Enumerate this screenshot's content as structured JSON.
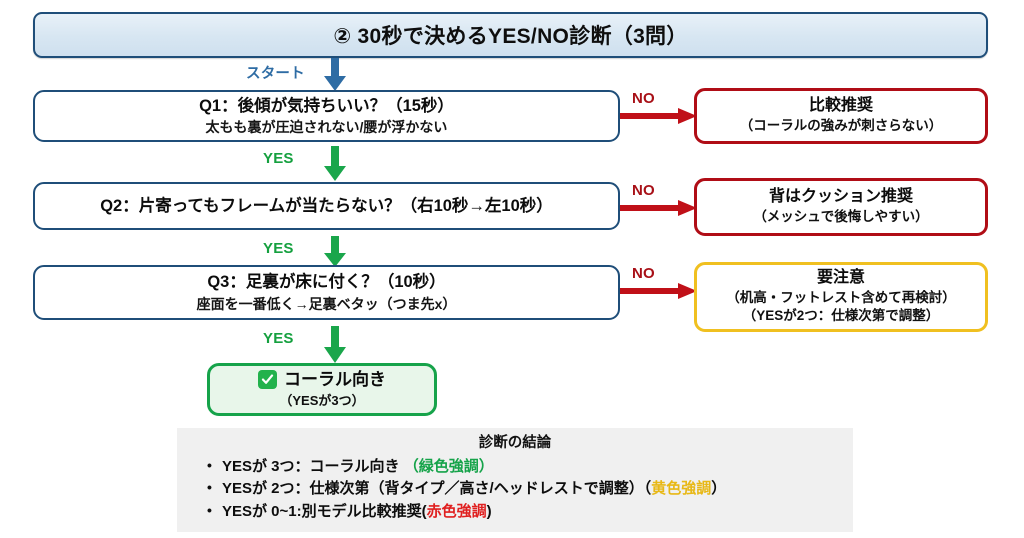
{
  "title": {
    "text": "② 30秒で決めるYES/NO診断（3問）"
  },
  "edges": {
    "start_label": "スタート",
    "yes_label": "YES",
    "no_label": "NO"
  },
  "questions": [
    {
      "main": "Q1：後傾が気持ちいい？（15秒）",
      "sub": "太もも裏が圧迫されない/腰が浮かない"
    },
    {
      "main": "Q2：片寄ってもフレームが当たらない？（右10秒→左10秒）",
      "sub": ""
    },
    {
      "main": "Q3：足裏が床に付く？（10秒）",
      "sub": "座面を一番低く→足裏ベタッ（つま先x）"
    }
  ],
  "results": [
    {
      "main": "比較推奨",
      "sub1": "（コーラルの強みが刺さらない）",
      "sub2": "",
      "color": "#b00d16"
    },
    {
      "main": "背はクッション推奨",
      "sub1": "（メッシュで後悔しやすい）",
      "sub2": "",
      "color": "#b00d16"
    },
    {
      "main": "要注意",
      "sub1": "（机高・フットレスト含めて再検討）",
      "sub2": "（YESが2つ：仕様次第で調整）",
      "color": "#f0c020"
    }
  ],
  "terminal": {
    "icon": "check-mark-icon",
    "main": "コーラル向き",
    "sub": "（YESが3つ）",
    "color": "#16a34a"
  },
  "summary": {
    "title": "診断の結論",
    "items": [
      {
        "text": "YESが 3つ：コーラル向き ",
        "highlight": "（緑色強調）",
        "highlight_class": "hl-green",
        "tail": ""
      },
      {
        "text": "YESが 2つ：仕様次第（背タイプ／高さ/ヘッドレストで調整）（",
        "highlight": "黄色強調",
        "highlight_class": "hl-yellow",
        "tail": "）"
      },
      {
        "text": "YESが 0~1:別モデル比較推奨(",
        "highlight": "赤色強調",
        "highlight_class": "hl-red",
        "tail": ")"
      }
    ]
  },
  "palette": {
    "navy": "#1f4e79",
    "red": "#b00d16",
    "yellow": "#f0c020",
    "green": "#16a34a",
    "panel_bg": "#f0f0f0",
    "title_bg": "#d7e6f2"
  }
}
